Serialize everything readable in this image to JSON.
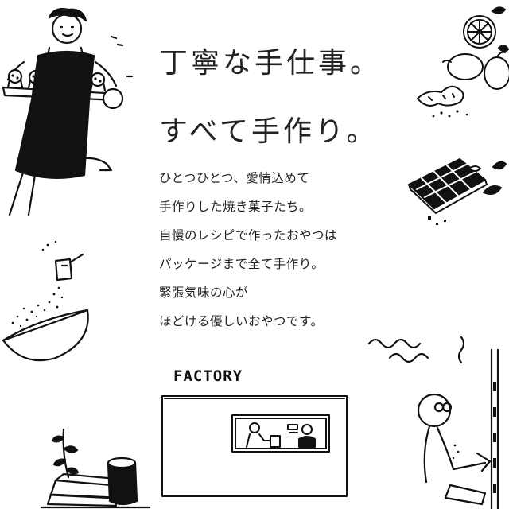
{
  "headline": {
    "line1": "丁寧な手仕事。",
    "line2": "すべて手作り。"
  },
  "body_lines": [
    "ひとつひとつ、愛情込めて",
    "手作りした焼き菓子たち。",
    "自慢のレシピで作ったおやつは",
    "パッケージまで全て手作り。",
    "緊張気味の心が",
    "ほどける優しいおやつです。"
  ],
  "factory": {
    "label": "FACTORY"
  },
  "illustrations": [
    "baker-with-cupcake-tray-icon",
    "fruit-and-ginger-icon",
    "chocolate-waffle-icon",
    "flour-bowl-icon",
    "factory-window-icon",
    "person-at-oven-icon",
    "cake-with-herbs-icon"
  ]
}
